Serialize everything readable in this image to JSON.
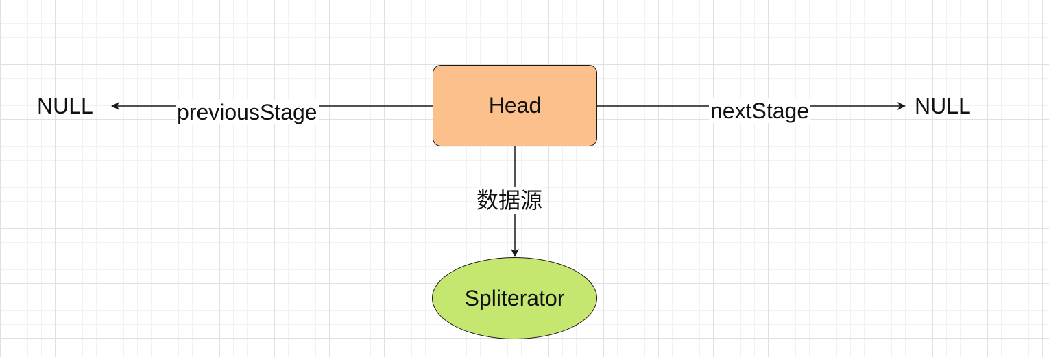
{
  "nodes": {
    "head": {
      "label": "Head",
      "fill": "#fbc08b"
    },
    "spliterator": {
      "label": "Spliterator",
      "fill": "#c5e66f"
    }
  },
  "terminals": {
    "left": "NULL",
    "right": "NULL"
  },
  "edges": {
    "previous": "previousStage",
    "next": "nextStage",
    "source": "数据源"
  },
  "colors": {
    "stroke": "#1a1a1a",
    "grid_major": "#e0e0e0",
    "grid_minor": "#f2f2f2"
  }
}
